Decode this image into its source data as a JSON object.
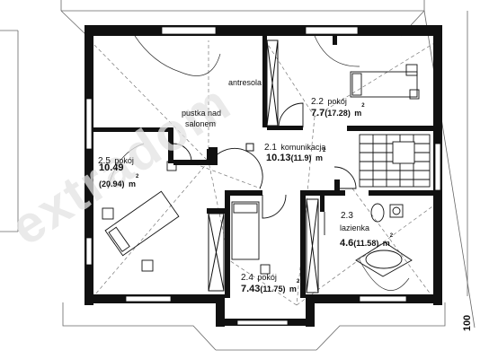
{
  "watermark": "extradom",
  "rooms": {
    "antresola": {
      "name": "antresola"
    },
    "pustka": {
      "line1": "pustka nad",
      "line2": "salonem"
    },
    "r22": {
      "num": "2.2",
      "name": "pokój",
      "area": "7.7",
      "area2": "(17.28)",
      "unit": "m",
      "sup": "2"
    },
    "r21": {
      "num": "2.1",
      "name": "komunikacja",
      "area": "10.13",
      "area2": "(11.9)",
      "unit": "m",
      "sup": "2"
    },
    "r25": {
      "num": "2.5",
      "name": "pokój",
      "area": "10.49",
      "area2": "(20.94)",
      "unit": "m",
      "sup": "2"
    },
    "r23": {
      "num": "2.3",
      "name": "lazienka",
      "area": "4.6",
      "area2": "(11.58)",
      "unit": "m",
      "sup": "2"
    },
    "r24": {
      "num": "2.4",
      "name": "pokój",
      "area": "7.43",
      "area2": "(11.75)",
      "unit": "m",
      "sup": "2"
    }
  },
  "dimension": {
    "value": "100"
  }
}
